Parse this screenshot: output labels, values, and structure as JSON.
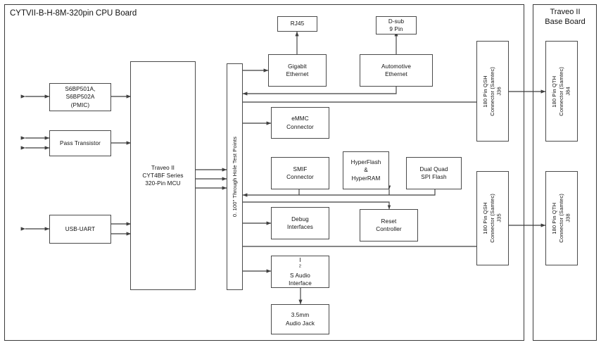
{
  "diagram": {
    "type": "block-diagram",
    "title": "CYTVII-B-H-8M-320pin CPU Board block diagram"
  },
  "frames": [
    {
      "id": "cpu-board",
      "label": "CYTVII-B-H-8M-320pin CPU Board"
    },
    {
      "id": "base-board",
      "label": "Traveo II\nBase Board"
    }
  ],
  "blocks": {
    "pmic": "S6BP501A,\nS6BP502A\n(PMIC)",
    "pass_transistor": "Pass Transistor",
    "usb_uart": "USB-UART",
    "mcu": "Traveo II\nCYT4BF Series\n320-Pin MCU",
    "test_points": "0. 100\" Through Hole Test Points",
    "rj45": "RJ45",
    "dsub": "D-sub\n9 Pin",
    "gigabit_ethernet": "Gigabit\nEthernet",
    "automotive_ethernet": "Automotive\nEthernet",
    "emmc": "eMMC\nConnector",
    "smif": "SMIF\nConnector",
    "hyperflash": "HyperFlash\n&\nHyperRAM",
    "dual_quad_spi": "Dual Quad\nSPI Flash",
    "debug": "Debug\nInterfaces",
    "reset": "Reset\nController",
    "i2s_audio_pre": "I",
    "i2s_audio_sup": "2",
    "i2s_audio_post": "S Audio\nInterface",
    "audio_jack": "3.5mm\nAudio Jack",
    "qsh_j36": "180 Pin QSH\nConnector (Samtec)\nJ36",
    "qsh_j35": "180 Pin QSH\nConnector (Samtec)\nJ35",
    "qth_j84": "180 Pin QTH\nConnector (Samtec)\nJ84",
    "qth_j38": "180 Pin QTH\nConnector (Samtec)\nJ38"
  },
  "colors": {
    "line": "#4a4a4a",
    "frame": "#3a3a3a",
    "text": "#111111",
    "background": "#ffffff"
  }
}
